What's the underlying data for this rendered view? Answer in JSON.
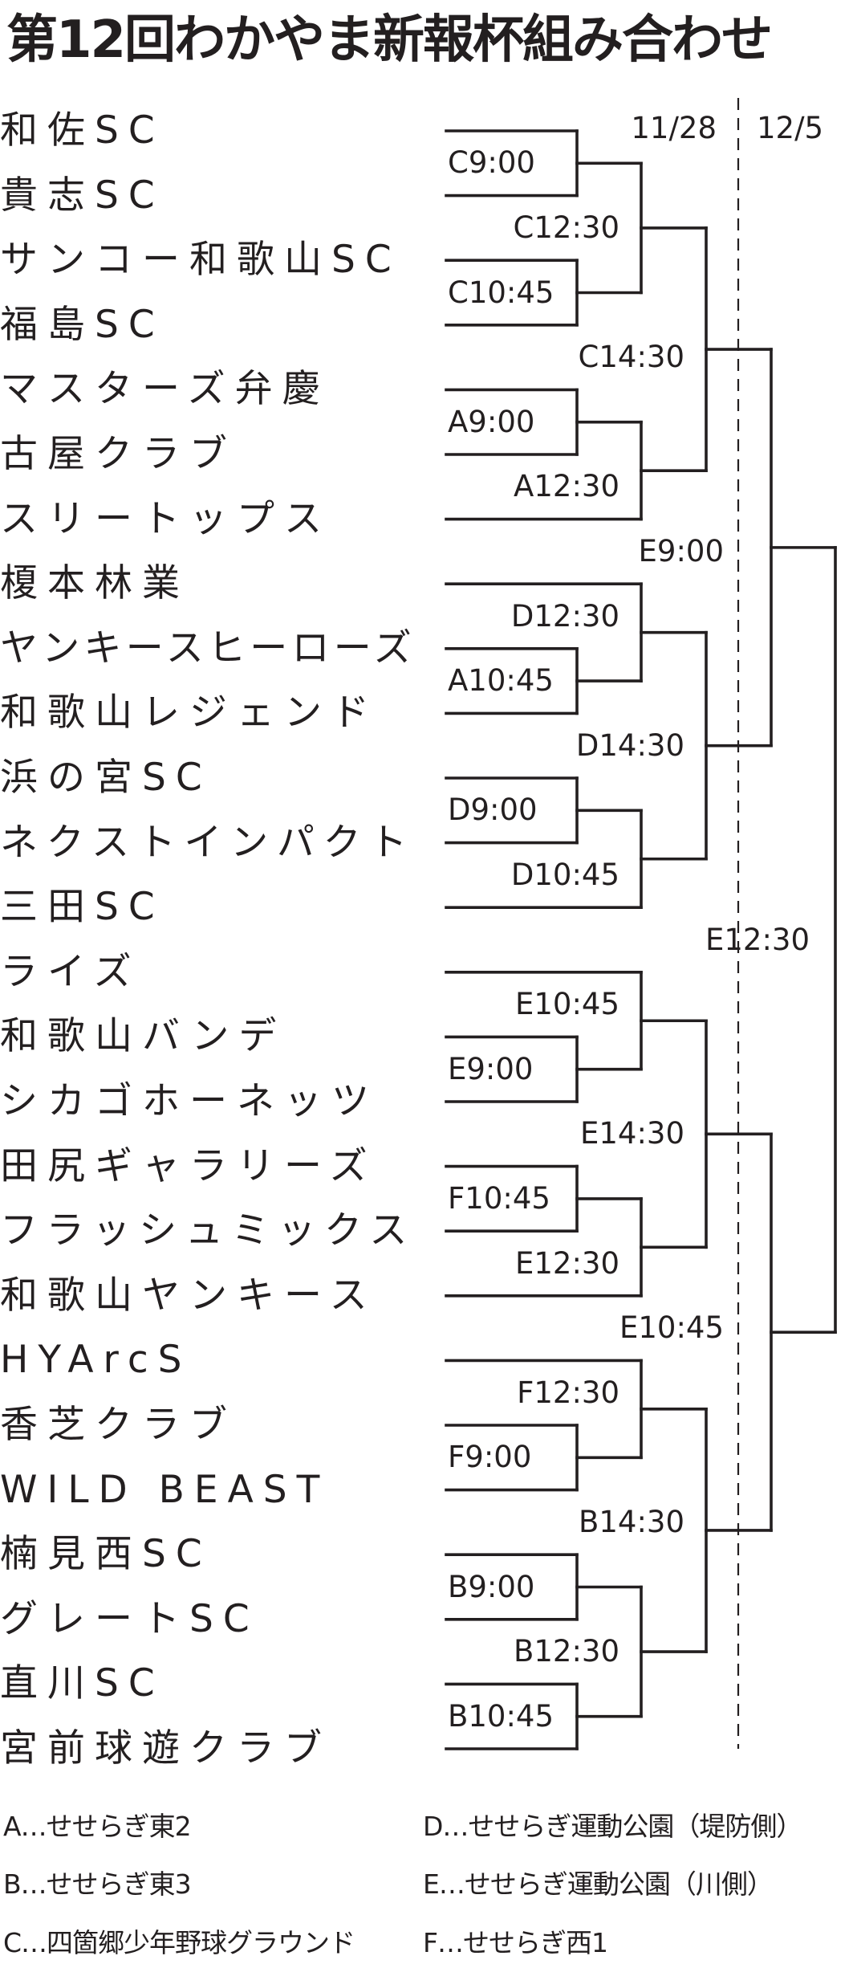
{
  "title": "第12回わかやま新報杯組み合わせ",
  "dates": {
    "round1": "11/28",
    "round2": "12/5"
  },
  "teams": [
    "和佐SC",
    "貴志SC",
    "サンコー和歌山SC",
    "福島SC",
    "マスターズ弁慶",
    "古屋クラブ",
    "スリートップス",
    "榎本林業",
    "ヤンキースヒーローズ",
    "和歌山レジェンド",
    "浜の宮SC",
    "ネクストインパクト",
    "三田SC",
    "ライズ",
    "和歌山バンデ",
    "シカゴホーネッツ",
    "田尻ギャラリーズ",
    "フラッシュミックス",
    "和歌山ヤンキース",
    "HYArcS",
    "香芝クラブ",
    "WILD BEAST",
    "楠見西SC",
    "グレートSC",
    "直川SC",
    "宮前球遊クラブ"
  ],
  "matches": [
    "C9:00",
    "C10:45",
    "A9:00",
    "A10:45",
    "D9:00",
    "E9:00",
    "F10:45",
    "F9:00",
    "B9:00",
    "B10:45",
    "C12:30",
    "A12:30",
    "D12:30",
    "D10:45",
    "E10:45",
    "E12:30",
    "F12:30",
    "B12:30",
    "C14:30",
    "D14:30",
    "E14:30",
    "B14:30",
    "E9:00",
    "E10:45",
    "E12:30"
  ],
  "legend": {
    "A": "A…せせらぎ東2",
    "B": "B…せせらぎ東3",
    "C": "C…四箇郷少年野球グラウンド",
    "D": "D…せせらぎ運動公園（堤防側）",
    "E": "E…せせらぎ運動公園（川側）",
    "F": "F…せせらぎ西1"
  },
  "colors": {
    "ink": "#231f20",
    "background": "#ffffff"
  }
}
